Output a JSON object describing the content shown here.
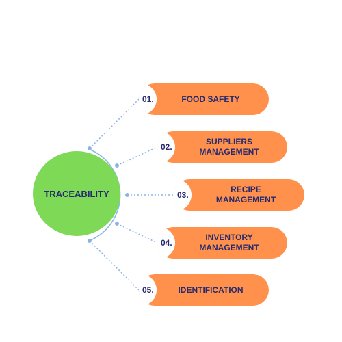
{
  "diagram": {
    "center": {
      "label": "TRACEABILITY"
    },
    "items": [
      {
        "number": "01.",
        "label": "FOOD SAFETY"
      },
      {
        "number": "02.",
        "label": "SUPPLIERS\nMANAGEMENT"
      },
      {
        "number": "03.",
        "label": "RECIPE\nMANAGEMENT"
      },
      {
        "number": "04.",
        "label": "INVENTORY\nMANAGEMENT"
      },
      {
        "number": "05.",
        "label": "IDENTIFICATION"
      }
    ]
  },
  "colors": {
    "hub_fill": "#7ed957",
    "pill_fill": "#ff914d",
    "text": "#262a6e",
    "connector": "#8ab4e8",
    "arc": "#8ab4e8"
  }
}
